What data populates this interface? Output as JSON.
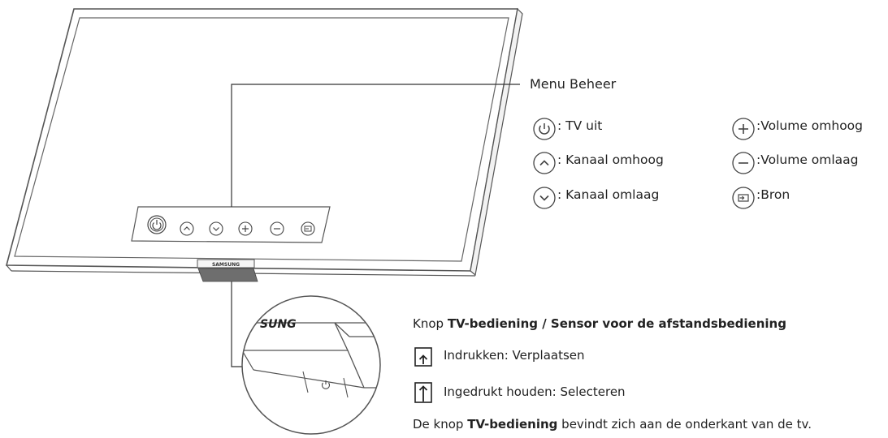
{
  "menu": {
    "title": "Menu Beheer",
    "items": [
      {
        "icon": "power-icon",
        "label": ": TV uit"
      },
      {
        "icon": "chevron-up-icon",
        "label": ": Kanaal omhoog"
      },
      {
        "icon": "chevron-down-icon",
        "label": ": Kanaal omlaag"
      },
      {
        "icon": "plus-icon",
        "label": ":Volume omhoog"
      },
      {
        "icon": "minus-icon",
        "label": ":Volume omlaag"
      },
      {
        "icon": "source-icon",
        "label": ":Bron"
      }
    ]
  },
  "brand_on_tv": "SAMSUNG",
  "zoom_brand": "SUNG",
  "control": {
    "heading_prefix": "Knop ",
    "heading_bold": "TV-bediening / Sensor voor de afstandsbediening",
    "press": "Indrukken: Verplaatsen",
    "hold": "Ingedrukt houden: Selecteren",
    "note_prefix": "De knop ",
    "note_bold": "TV-bediening",
    "note_suffix": " bevindt zich aan de onderkant van de tv."
  }
}
